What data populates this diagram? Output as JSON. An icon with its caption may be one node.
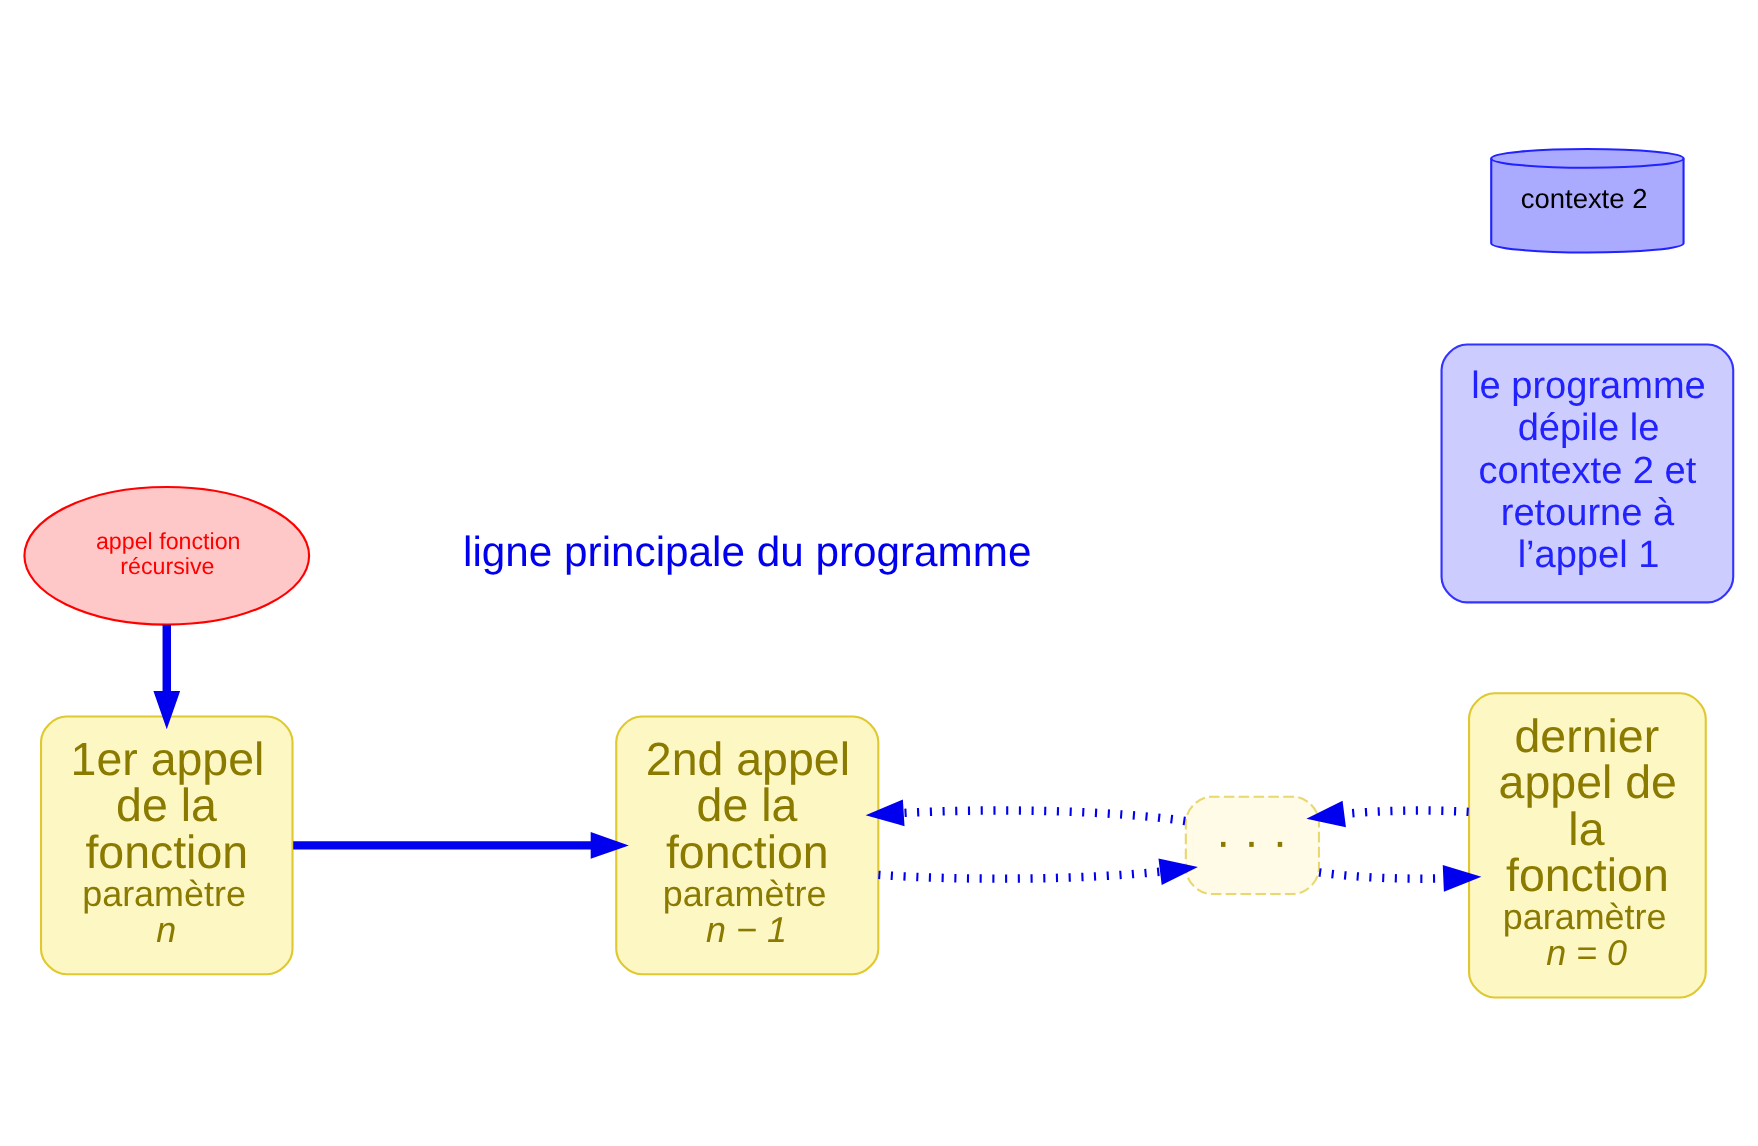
{
  "diagram": {
    "nodes": [
      {
        "text": [
          "1er appel de la fonction",
          "paramètre",
          "n"
        ]
      },
      {
        "text": [
          "2nd appel de la fonction",
          "paramètre",
          "n − 1"
        ]
      },
      {
        "text": [
          "· · ·"
        ]
      },
      {
        "text": [
          "dernier appel de la fonction",
          "paramètre",
          "n = 0"
        ]
      },
      {
        "text": [
          "appel fonction récursive"
        ]
      },
      {
        "text": [
          "le programme dépile le contexte 2 et retourne à l’appel 1"
        ]
      },
      {
        "text": [
          "contexte 2"
        ]
      }
    ],
    "edges": [
      {
        "from": 0,
        "to": 1,
        "arrow": "to"
      },
      {
        "from": 1,
        "to": 2,
        "arrow": "to",
        "style": "dashed"
      },
      {
        "from": 2,
        "to": 1,
        "arrow": "to",
        "style": "dashed"
      },
      {
        "from": 2,
        "to": 3,
        "arrow": "to",
        "style": "dashed"
      },
      {
        "from": 3,
        "to": 2,
        "arrow": "to",
        "style": "dashed"
      },
      {
        "from": 4,
        "to": 0,
        "arrow": "to"
      }
    ],
    "labels": [
      "ligne principale du programme"
    ]
  }
}
